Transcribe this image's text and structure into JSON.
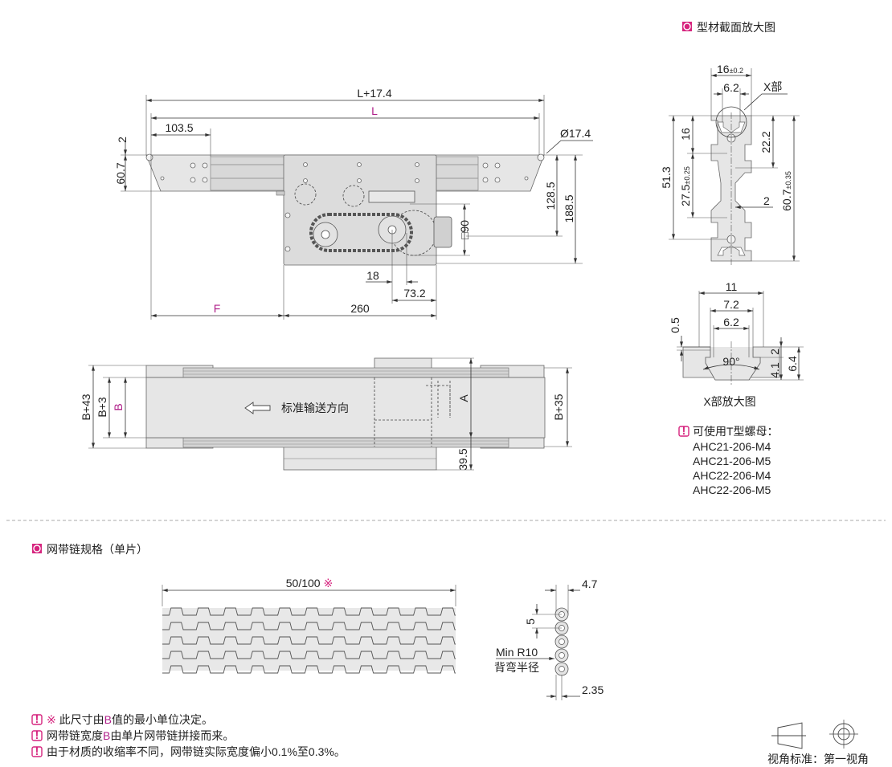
{
  "colors": {
    "accent": "#d6247e",
    "magenta_text": "#b0208a",
    "part_fill": "#e6e6e6"
  },
  "top_view": {
    "dim_total": "L+17.4",
    "dim_L": "L",
    "dim_103": "103.5",
    "dim_dia": "Ø17.4",
    "dim_2": "2",
    "dim_607": "60.7",
    "dim_1285": "128.5",
    "dim_1885": "188.5",
    "dim_90": "□90",
    "dim_18": "18",
    "dim_732": "73.2",
    "dim_F": "F",
    "dim_260": "260"
  },
  "front_view": {
    "direction_label": "标准输送方向",
    "dim_b43": "B+43",
    "dim_b3": "B+3",
    "dim_b": "B",
    "dim_a": "A",
    "dim_b35": "B+35",
    "dim_395": "39.5"
  },
  "profile": {
    "heading": "型材截面放大图",
    "dim_16": "16",
    "dim_16_tol": "±0.2",
    "dim_62": "6.2",
    "x_label": "X部",
    "dim_16v": "16",
    "dim_222": "22.2",
    "dim_513": "51.3",
    "dim_275": "27.5",
    "dim_275_tol": "±0.25",
    "dim_2": "2",
    "dim_607": "60.7",
    "dim_607_tol": "±0.35"
  },
  "x_detail": {
    "dim_11": "11",
    "dim_72": "7.2",
    "dim_62": "6.2",
    "dim_05": "0.5",
    "dim_90deg": "90°",
    "dim_2": "2",
    "dim_41": "4.1",
    "dim_64": "6.4",
    "caption": "X部放大图",
    "nut_title": "可使用T型螺母：",
    "nuts": [
      "AHC21-206-M4",
      "AHC21-206-M5",
      "AHC22-206-M4",
      "AHC22-206-M5"
    ]
  },
  "belt_spec": {
    "heading": "网带链规格（单片）",
    "dim_width": "50/100",
    "dim_mark": "※",
    "dim_47": "4.7",
    "dim_5": "5",
    "min_r": "Min R10",
    "min_r_label": "背弯半径",
    "dim_235": "2.35"
  },
  "notes": [
    {
      "mark": "※",
      "pre": " 此尺寸由",
      "b": "B",
      "post": "值的最小单位决定。"
    },
    {
      "pre": "网带链宽度",
      "b": "B",
      "post": "由单片网带链拼接而来。"
    },
    {
      "pre": "由于材质的收缩率不同，网带链实际宽度偏小0.1%至0.3%。"
    }
  ],
  "projection": {
    "label": "视角标准：第一视角"
  }
}
